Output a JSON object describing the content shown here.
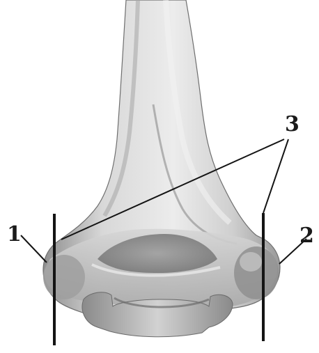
{
  "labels": {
    "one": "1",
    "two": "2",
    "three": "3"
  },
  "colors": {
    "bone_light": "#e4e4e4",
    "bone_mid": "#bdbdbd",
    "bone_dark": "#7a7a7a",
    "line": "#141414",
    "background": "#ffffff"
  }
}
